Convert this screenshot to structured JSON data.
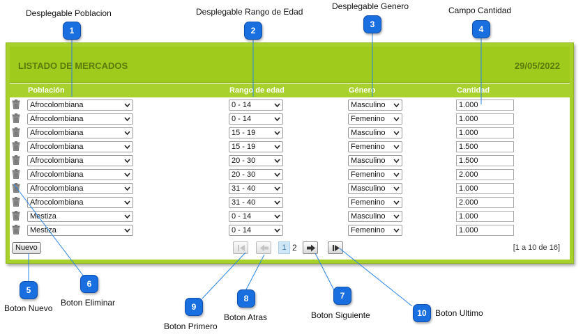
{
  "panel": {
    "title": "LISTADO DE MERCADOS",
    "date": "29/05/2022"
  },
  "columns": {
    "poblacion": "Población",
    "rango": "Rango de edad",
    "genero": "Género",
    "cantidad": "Cantidad"
  },
  "rows": [
    {
      "poblacion": "Afrocolombiana",
      "rango": "0 - 14",
      "genero": "Masculino",
      "cantidad": "1.000"
    },
    {
      "poblacion": "Afrocolombiana",
      "rango": "0 - 14",
      "genero": "Femenino",
      "cantidad": "1.000"
    },
    {
      "poblacion": "Afrocolombiana",
      "rango": "15 - 19",
      "genero": "Masculino",
      "cantidad": "1.000"
    },
    {
      "poblacion": "Afrocolombiana",
      "rango": "15 - 19",
      "genero": "Femenino",
      "cantidad": "1.500"
    },
    {
      "poblacion": "Afrocolombiana",
      "rango": "20 - 30",
      "genero": "Masculino",
      "cantidad": "1.500"
    },
    {
      "poblacion": "Afrocolombiana",
      "rango": "20 - 30",
      "genero": "Femenino",
      "cantidad": "2.000"
    },
    {
      "poblacion": "Afrocolombiana",
      "rango": "31 - 40",
      "genero": "Masculino",
      "cantidad": "1.000"
    },
    {
      "poblacion": "Afrocolombiana",
      "rango": "31 - 40",
      "genero": "Femenino",
      "cantidad": "2.000"
    },
    {
      "poblacion": "Mestiza",
      "rango": "0 - 14",
      "genero": "Masculino",
      "cantidad": "1.000"
    },
    {
      "poblacion": "Mestiza",
      "rango": "0 - 14",
      "genero": "Femenino",
      "cantidad": "1.000"
    }
  ],
  "footer": {
    "nuevo_label": "Nuevo",
    "current_page": "1",
    "next_page": "2",
    "range_text": "[1 a 10 de 16]"
  },
  "callouts": [
    {
      "num": "1",
      "label": "Desplegable Poblacion"
    },
    {
      "num": "2",
      "label": "Desplegable Rango de Edad"
    },
    {
      "num": "3",
      "label": "Desplegable Genero"
    },
    {
      "num": "4",
      "label": "Campo Cantidad"
    },
    {
      "num": "5",
      "label": "Boton Nuevo"
    },
    {
      "num": "6",
      "label": "Boton Eliminar"
    },
    {
      "num": "7",
      "label": "Boton Siguiente"
    },
    {
      "num": "8",
      "label": "Boton Atras"
    },
    {
      "num": "9",
      "label": "Boton Primero"
    },
    {
      "num": "10",
      "label": "Boton Ultimo"
    }
  ],
  "icons": {
    "delete": "trash-icon",
    "dropdown": "chevron-down-icon",
    "first": "first-page-icon",
    "prev": "arrow-left-icon",
    "next": "arrow-right-icon",
    "last": "last-page-icon"
  },
  "colors": {
    "panel_green": "#a7d02a",
    "title_green": "#5c7a0b",
    "badge_blue": "#1a6fe0",
    "connector_blue": "#2a85e8"
  }
}
